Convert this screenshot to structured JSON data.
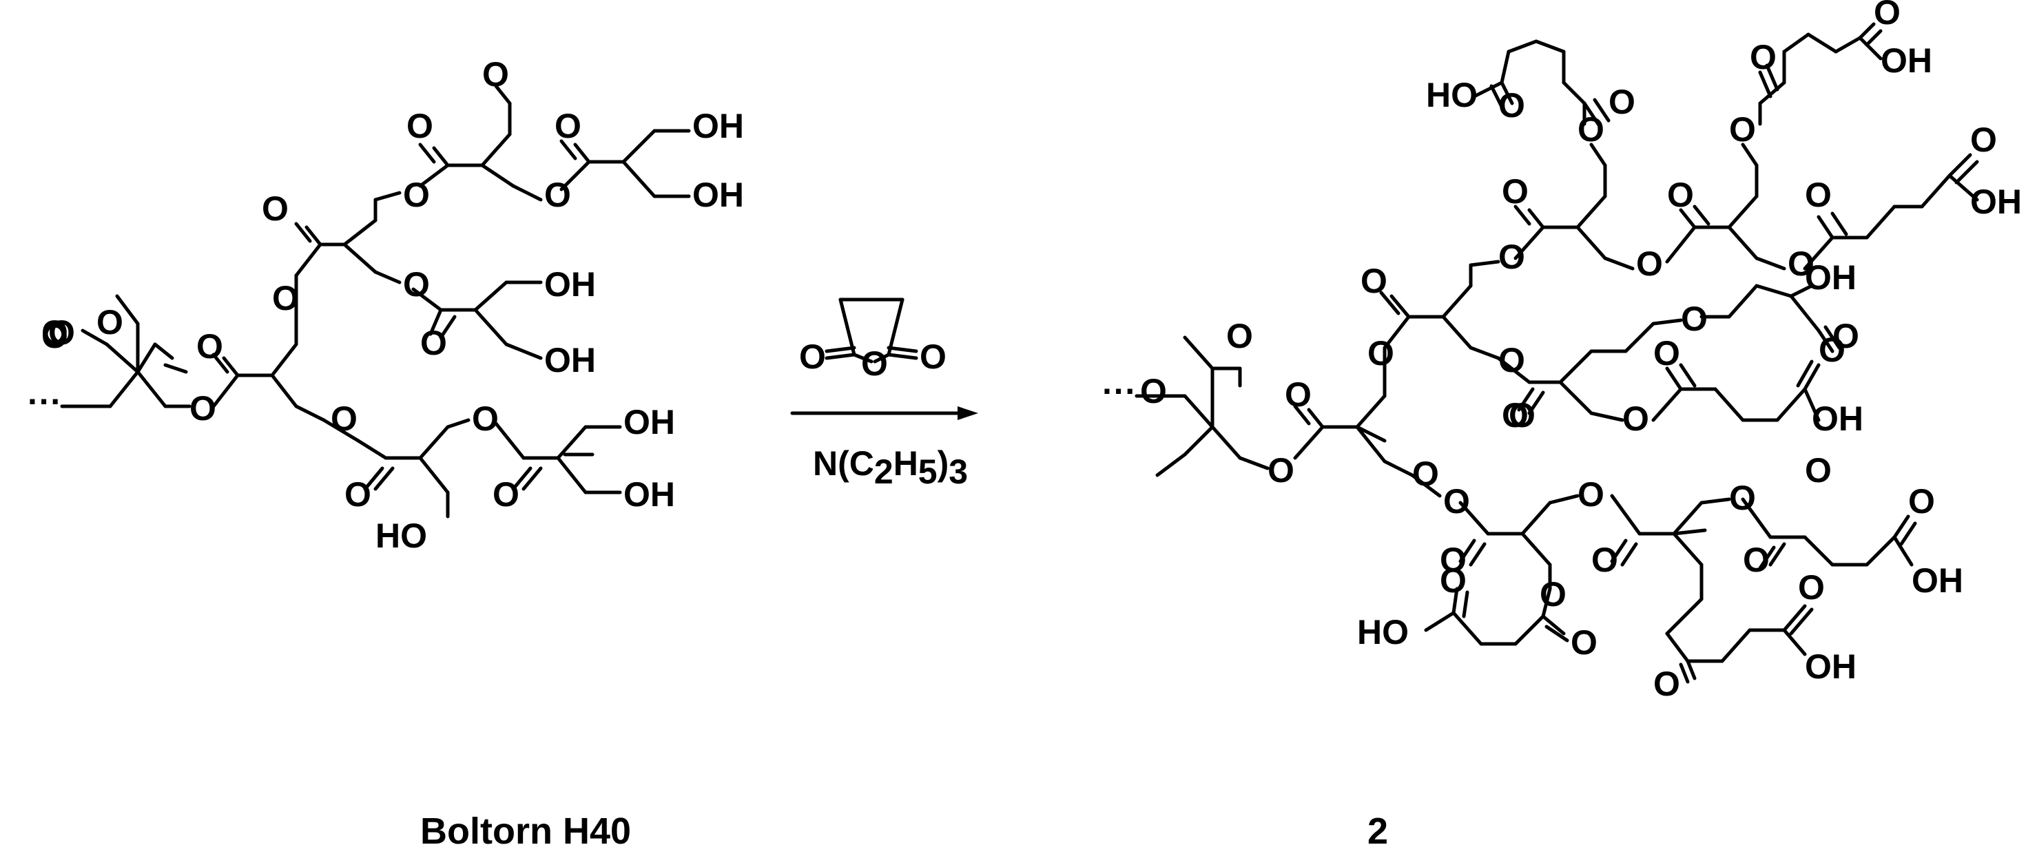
{
  "scheme": {
    "reactant": {
      "label": "Boltorn H40",
      "atoms": {
        "o": "O",
        "oh": "OH",
        "ho": "HO",
        "dots": "···"
      }
    },
    "reagent": {
      "anhydride_o": "O",
      "conditions_prefix": "N(C",
      "conditions_sub1": "2",
      "conditions_mid": "H",
      "conditions_sub2": "5",
      "conditions_suffix": ")",
      "conditions_sub3": "3"
    },
    "product": {
      "label": "2",
      "atoms": {
        "o": "O",
        "oh": "OH",
        "ho": "HO",
        "dots": "···"
      }
    }
  }
}
